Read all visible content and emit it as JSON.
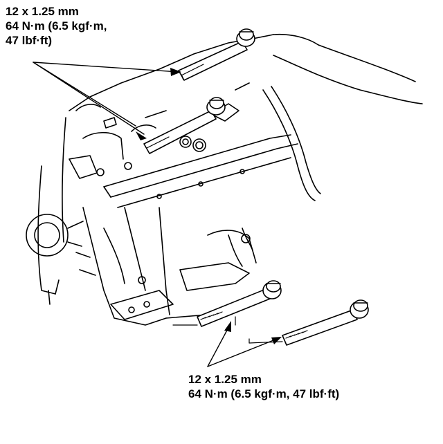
{
  "spec_top": {
    "line1": "12 x 1.25 mm",
    "line2": "64 N·m (6.5 kgf·m,",
    "line3": "47 lbf·ft)"
  },
  "spec_bottom": {
    "line1": "12 x 1.25 mm",
    "line2": "64 N·m (6.5 kgf·m, 47 lbf·ft)"
  },
  "colors": {
    "ink": "#000000",
    "paper": "#ffffff"
  }
}
